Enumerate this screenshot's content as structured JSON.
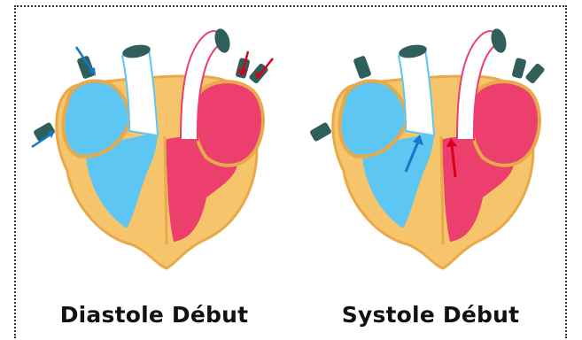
{
  "panels": [
    {
      "caption": "Diastole Début",
      "phase": "diastole"
    },
    {
      "caption": "Systole Début",
      "phase": "systole"
    }
  ],
  "colors": {
    "deoxygenated": "#5dc6f2",
    "oxygenated": "#ec3f6d",
    "myocardium": "#f6c56b",
    "vessel_stub": "#2f5f5b",
    "arrow_blue": "#1478c8",
    "arrow_red": "#d9001b"
  }
}
